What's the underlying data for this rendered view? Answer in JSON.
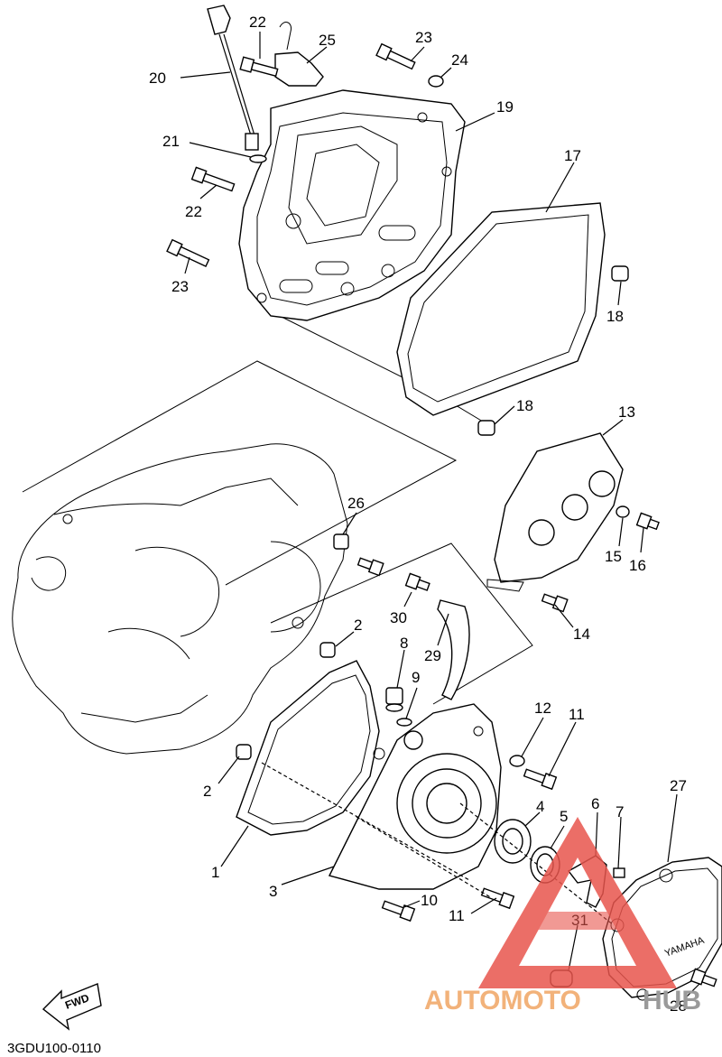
{
  "diagram": {
    "code": "3GDU100-0110",
    "fwd_label": "FWD",
    "cover_text": "YAMAHA",
    "watermark": {
      "part1": "AUTOMOTO",
      "part2": "HUB"
    },
    "callouts": [
      {
        "id": "c20",
        "text": "20"
      },
      {
        "id": "c22a",
        "text": "22"
      },
      {
        "id": "c25",
        "text": "25"
      },
      {
        "id": "c23a",
        "text": "23"
      },
      {
        "id": "c24",
        "text": "24"
      },
      {
        "id": "c19",
        "text": "19"
      },
      {
        "id": "c21",
        "text": "21"
      },
      {
        "id": "c17",
        "text": "17"
      },
      {
        "id": "c22b",
        "text": "22"
      },
      {
        "id": "c23b",
        "text": "23"
      },
      {
        "id": "c18a",
        "text": "18"
      },
      {
        "id": "c18b",
        "text": "18"
      },
      {
        "id": "c13",
        "text": "13"
      },
      {
        "id": "c26",
        "text": "26"
      },
      {
        "id": "c15",
        "text": "15"
      },
      {
        "id": "c16",
        "text": "16"
      },
      {
        "id": "c30",
        "text": "30"
      },
      {
        "id": "c14",
        "text": "14"
      },
      {
        "id": "c2a",
        "text": "2"
      },
      {
        "id": "c8",
        "text": "8"
      },
      {
        "id": "c29",
        "text": "29"
      },
      {
        "id": "c9",
        "text": "9"
      },
      {
        "id": "c12",
        "text": "12"
      },
      {
        "id": "c11a",
        "text": "11"
      },
      {
        "id": "c2b",
        "text": "2"
      },
      {
        "id": "c27",
        "text": "27"
      },
      {
        "id": "c4",
        "text": "4"
      },
      {
        "id": "c5",
        "text": "5"
      },
      {
        "id": "c6",
        "text": "6"
      },
      {
        "id": "c7",
        "text": "7"
      },
      {
        "id": "c1",
        "text": "1"
      },
      {
        "id": "c3",
        "text": "3"
      },
      {
        "id": "c10",
        "text": "10"
      },
      {
        "id": "c11b",
        "text": "11"
      },
      {
        "id": "c31",
        "text": "31"
      },
      {
        "id": "c28",
        "text": "28"
      }
    ]
  },
  "colors": {
    "line": "#000000",
    "watermark_triangle": "#e8554d",
    "watermark_text_1": "#f2b27a",
    "watermark_text_2": "#9a9a9a"
  }
}
